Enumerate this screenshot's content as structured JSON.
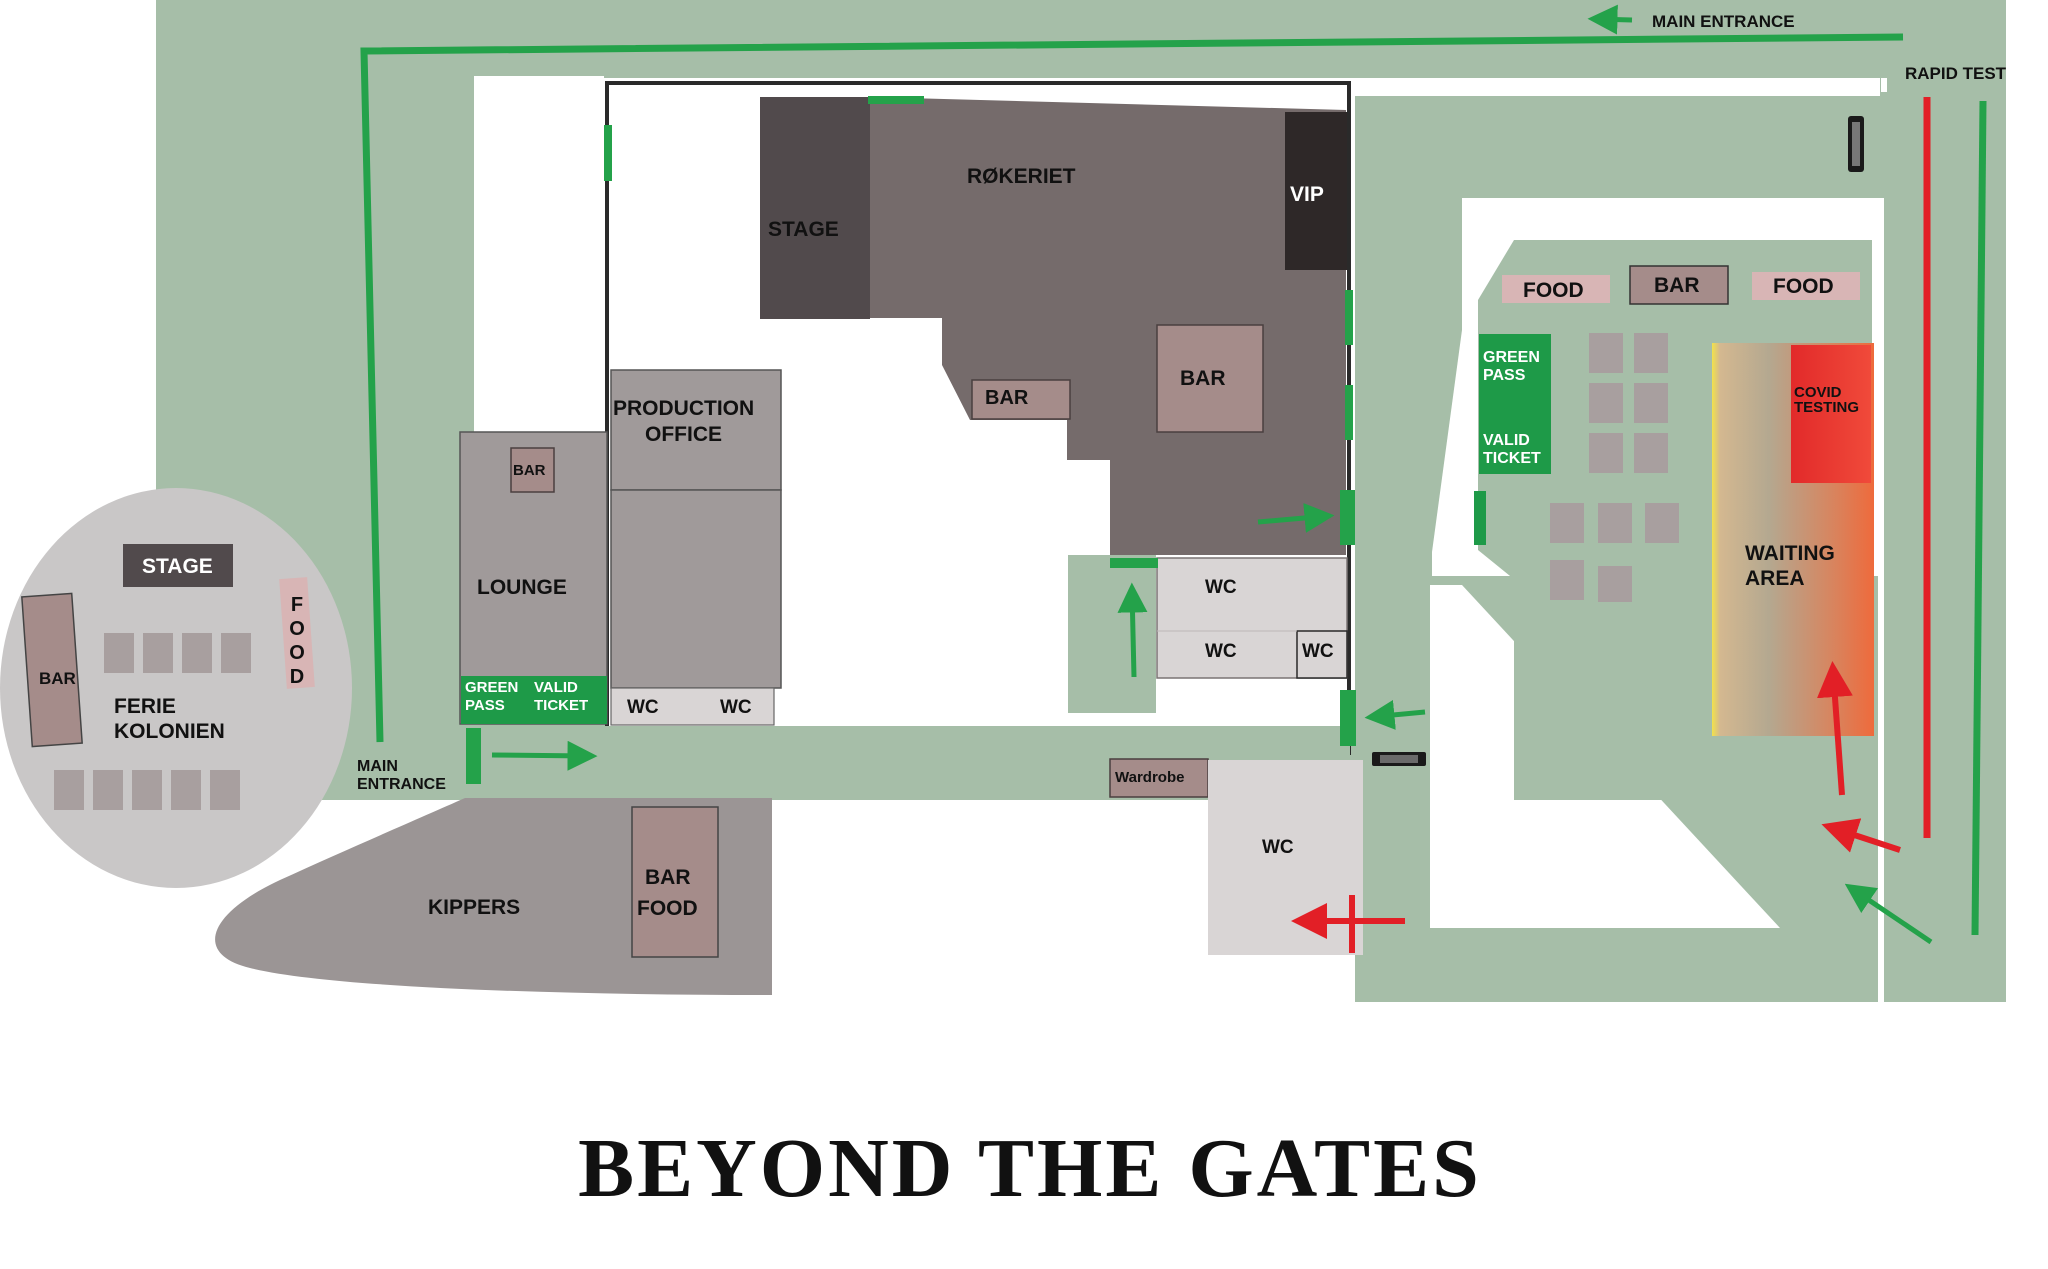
{
  "title": "BEYOND THE GATES",
  "colors": {
    "ground": "#a6bea8",
    "building_dark": "#756b6b",
    "building_mid": "#9c9696",
    "building_light": "#d9d5d5",
    "stage": "#514a4c",
    "vip": "#2e2828",
    "stall": "#a58c8a",
    "food_pink": "#d8b5b5",
    "pass_green": "#1e9a48",
    "arrow_green": "#24a24a",
    "arrow_red": "#e21f26",
    "ferie_circle": "#c9c7c7",
    "kippers": "#9b9595"
  },
  "labels": {
    "main_entrance_top": "MAIN ENTRANCE",
    "main_entrance_left_1": "MAIN",
    "main_entrance_left_2": "ENTRANCE",
    "rapid_test": "RAPID TEST",
    "stage": "STAGE",
    "rokeriet": "RØKERIET",
    "vip": "VIP",
    "bar": "BAR",
    "production_1": "PRODUCTION",
    "production_2": "OFFICE",
    "lounge": "LOUNGE",
    "green_pass_1": "GREEN",
    "green_pass_2": "PASS",
    "valid_ticket_1": "VALID",
    "valid_ticket_2": "TICKET",
    "wc": "WC",
    "wardrobe": "Wardrobe",
    "ferie_1": "FERIE",
    "ferie_2": "KOLONIEN",
    "food": "FOOD",
    "food_vertical": [
      "F",
      "O",
      "O",
      "D"
    ],
    "kippers": "KIPPERS",
    "covid_1": "COVID",
    "covid_2": "TESTING",
    "waiting_1": "WAITING",
    "waiting_2": "AREA"
  }
}
